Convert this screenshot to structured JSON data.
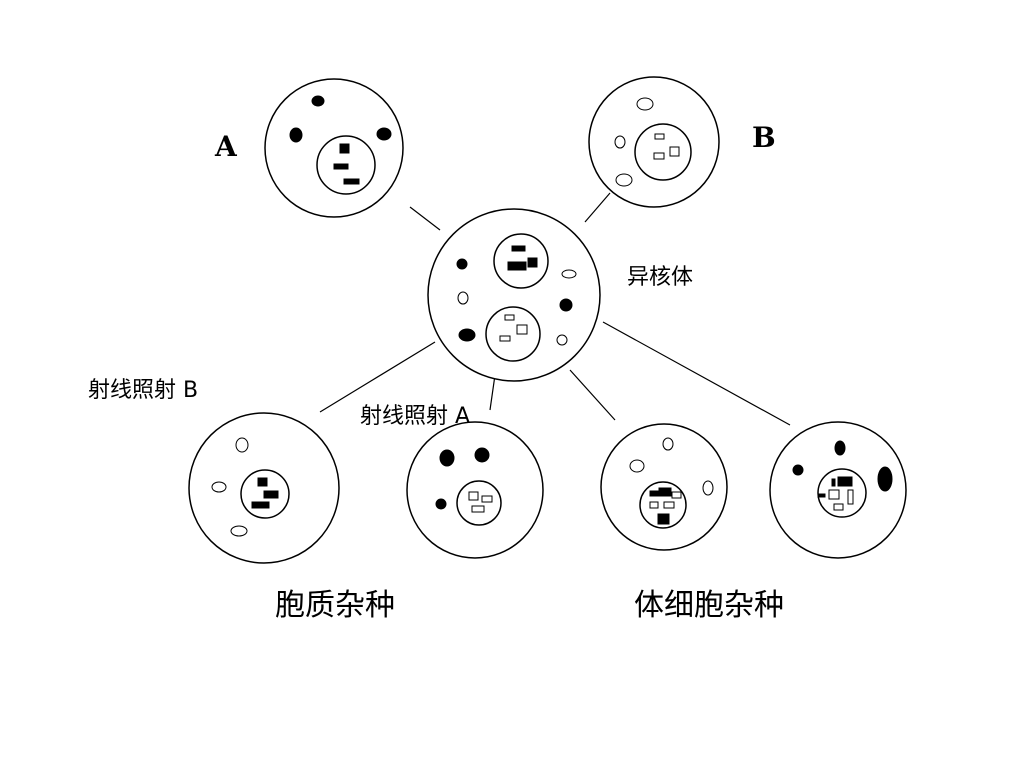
{
  "labels": {
    "cell_a": "A",
    "cell_b": "B",
    "heterokaryon": "异核体",
    "radiation_b": "射线照射 B",
    "radiation_a": "射线照射 A",
    "cytoplasmic_hybrid": "胞质杂种",
    "somatic_hybrid": "体细胞杂种"
  },
  "colors": {
    "ink": "#000000",
    "background": "#ffffff"
  }
}
